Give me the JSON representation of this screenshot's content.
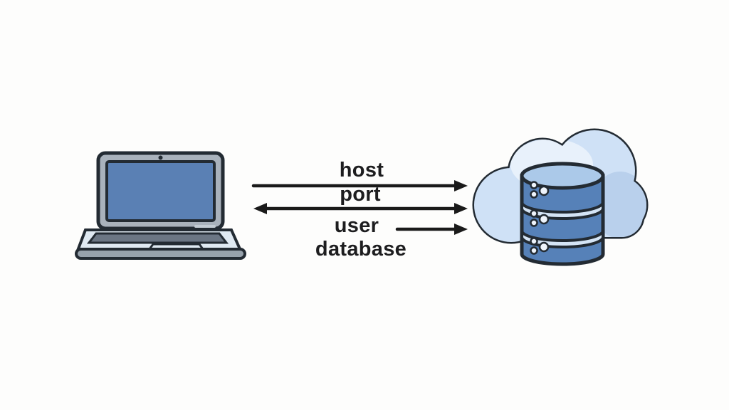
{
  "diagram": {
    "name": "client-cloud-database-connection",
    "background": "#fdfdfc",
    "client": {
      "icon": "laptop-icon"
    },
    "server": {
      "icon": "cloud-database-icon"
    },
    "labels": {
      "host": "host",
      "port": "port",
      "user": "user",
      "database": "database"
    },
    "connections": [
      {
        "label": "host",
        "direction": "right",
        "from": "laptop",
        "to": "cloud-database"
      },
      {
        "label": "port",
        "direction": "both",
        "from": "laptop",
        "to": "cloud-database"
      },
      {
        "label": "user",
        "direction": "right",
        "from": "laptop",
        "to": "cloud-database"
      },
      {
        "label": "database",
        "direction": "none",
        "from": "laptop",
        "to": "cloud-database"
      }
    ],
    "colors": {
      "background": "#fdfdfc",
      "outline": "#232b33",
      "text": "#1d1d1f",
      "arrow": "#1a1a1a",
      "screen_blue": "#5a80b4",
      "bezel_gray": "#a9b2bc",
      "base_light": "#dfe9f2",
      "keyboard_gray": "#6b7684",
      "edge_gray": "#97a2ac",
      "cloud_fill": "#cfe1f6",
      "cloud_highlight": "#e8f1fb",
      "cloud_shadow": "#b9d0ec",
      "db_band": "#5681b8",
      "db_top": "#abc9e9",
      "db_separator": "#d4e4f5"
    }
  }
}
